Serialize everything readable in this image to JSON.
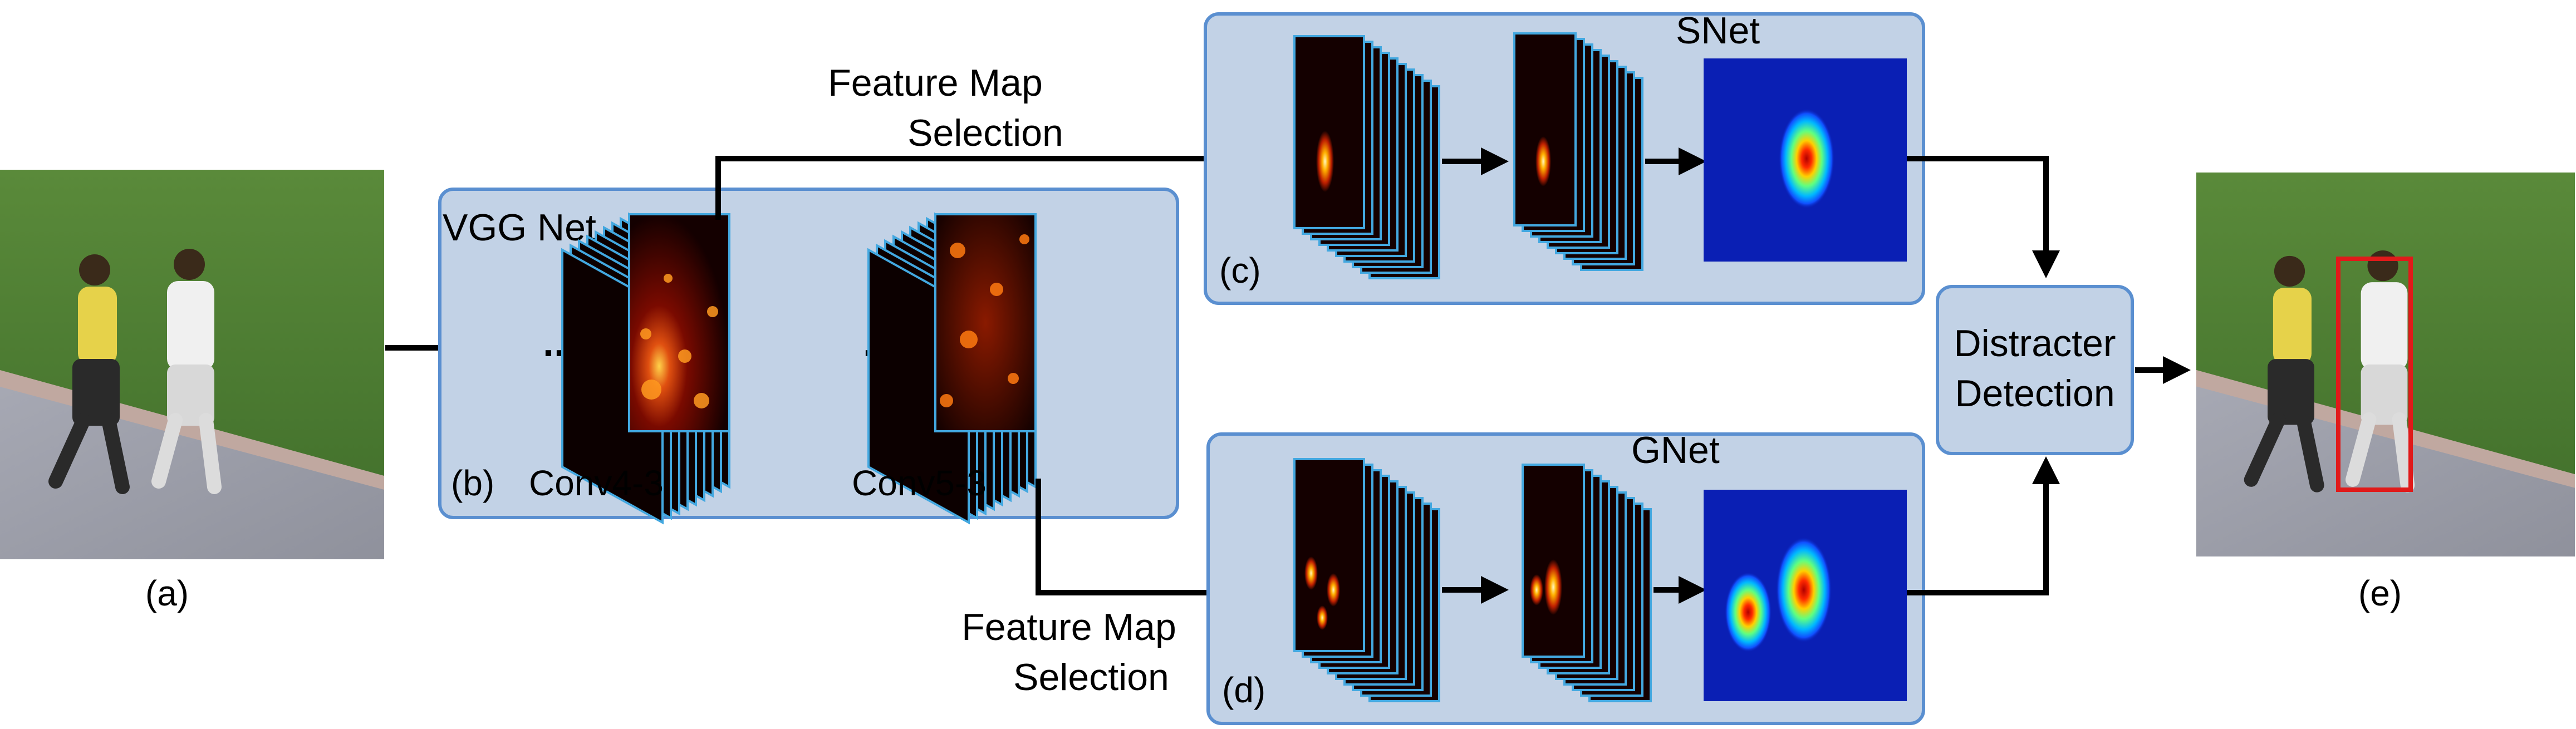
{
  "panels": {
    "a": "(a)",
    "b": "(b)",
    "c": "(c)",
    "d": "(d)",
    "e": "(e)"
  },
  "vgg": {
    "title": "VGG Net",
    "conv4": "Conv4-3",
    "conv5": "Conv5-3",
    "ellipsis": "..."
  },
  "snet": {
    "title": "SNet"
  },
  "gnet": {
    "title": "GNet"
  },
  "selection_top": {
    "line1": "Feature Map",
    "line2": "Selection"
  },
  "selection_bottom": {
    "line1": "Feature Map",
    "line2": "Selection"
  },
  "distracter": {
    "line1": "Distracter",
    "line2": "Detection"
  },
  "colors": {
    "box_fill": "#c2d2e6",
    "box_stroke": "#5a8fd0",
    "stack_edge": "#43a8e0",
    "heat_bg": "#0a1fb4",
    "target_box": "#e01a1a"
  }
}
